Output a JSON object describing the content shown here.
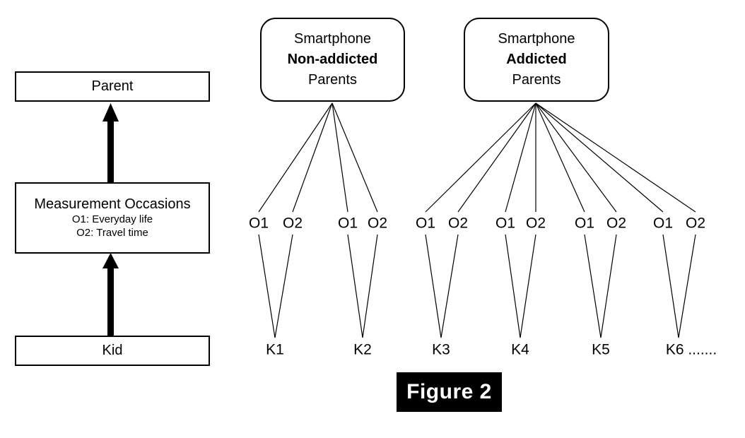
{
  "figure": {
    "caption": "Figure 2",
    "badge_bg": "#000000",
    "badge_fg": "#ffffff"
  },
  "legend": {
    "levels": [
      {
        "id": "parent",
        "title": "Parent",
        "sublines": []
      },
      {
        "id": "measurement-occasions",
        "title": "Measurement Occasions",
        "sublines": [
          "O1: Everyday life",
          "O2: Travel time"
        ]
      },
      {
        "id": "kid",
        "title": "Kid",
        "sublines": []
      }
    ],
    "arrows": [
      {
        "id": "kid-to-occasions",
        "from": "kid",
        "to": "measurement-occasions"
      },
      {
        "id": "occasions-to-parent",
        "from": "measurement-occasions",
        "to": "parent"
      }
    ]
  },
  "groups": [
    {
      "id": "non-addicted",
      "line1": "Smartphone",
      "line2": "Non-addicted",
      "line3": "Parents",
      "kids": [
        "K1",
        "K2"
      ]
    },
    {
      "id": "addicted",
      "line1": "Smartphone",
      "line2": "Addicted",
      "line3": "Parents",
      "kids": [
        "K3",
        "K4",
        "K5",
        "K6 ......."
      ]
    }
  ],
  "occasion_labels": {
    "o1": "O1",
    "o2": "O2"
  },
  "kids": [
    {
      "id": "k1",
      "label": "K1",
      "group": "non-addicted"
    },
    {
      "id": "k2",
      "label": "K2",
      "group": "non-addicted"
    },
    {
      "id": "k3",
      "label": "K3",
      "group": "addicted"
    },
    {
      "id": "k4",
      "label": "K4",
      "group": "addicted"
    },
    {
      "id": "k5",
      "label": "K5",
      "group": "addicted"
    },
    {
      "id": "k6",
      "label": "K6 .......",
      "group": "addicted"
    }
  ],
  "occasions": [
    {
      "id": "o1-k1",
      "label": "O1"
    },
    {
      "id": "o2-k1",
      "label": "O2"
    },
    {
      "id": "o1-k2",
      "label": "O1"
    },
    {
      "id": "o2-k2",
      "label": "O2"
    },
    {
      "id": "o1-k3",
      "label": "O1"
    },
    {
      "id": "o2-k3",
      "label": "O2"
    },
    {
      "id": "o1-k4",
      "label": "O1"
    },
    {
      "id": "o2-k4",
      "label": "O2"
    },
    {
      "id": "o1-k5",
      "label": "O1"
    },
    {
      "id": "o2-k5",
      "label": "O2"
    },
    {
      "id": "o1-k6",
      "label": "O1"
    },
    {
      "id": "o2-k6",
      "label": "O2"
    }
  ],
  "colors": {
    "stroke": "#000000",
    "background": "#ffffff"
  }
}
